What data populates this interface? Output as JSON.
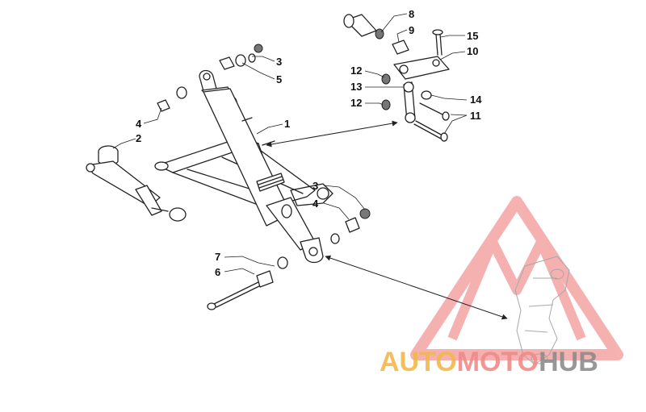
{
  "diagram": {
    "callouts": [
      "1",
      "2",
      "3",
      "4",
      "5",
      "6",
      "7",
      "8",
      "9",
      "10",
      "11",
      "12",
      "13",
      "14",
      "15"
    ]
  },
  "watermark": {
    "word_part1": "AUTO",
    "word_part2": "MOTO",
    "word_part3": "HUB",
    "colors": {
      "auto": "#f2b74a",
      "moto": "#f08a8a",
      "hub": "#8c8c8c",
      "triangle": "#f4a3a3"
    }
  }
}
